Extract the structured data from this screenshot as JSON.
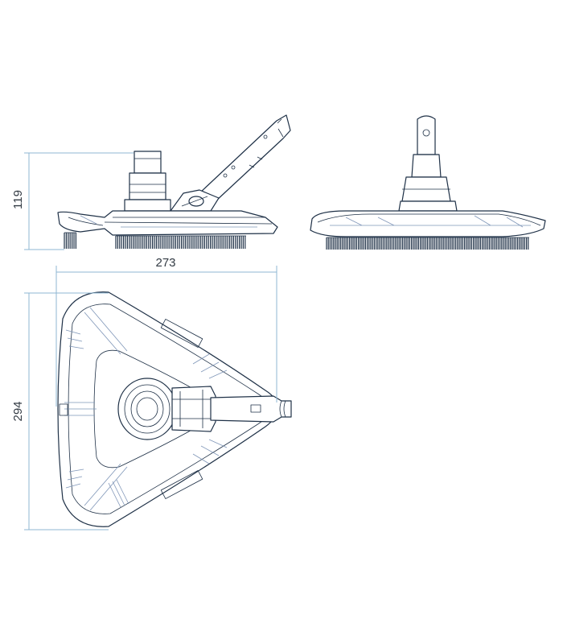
{
  "dimensions": {
    "height_side": "119",
    "width_top": "273",
    "depth_top": "294"
  },
  "colors": {
    "outline": "#1f3147",
    "detail": "#7f96b8",
    "dimension_line": "#8fb7d3",
    "label": "#333b44"
  }
}
